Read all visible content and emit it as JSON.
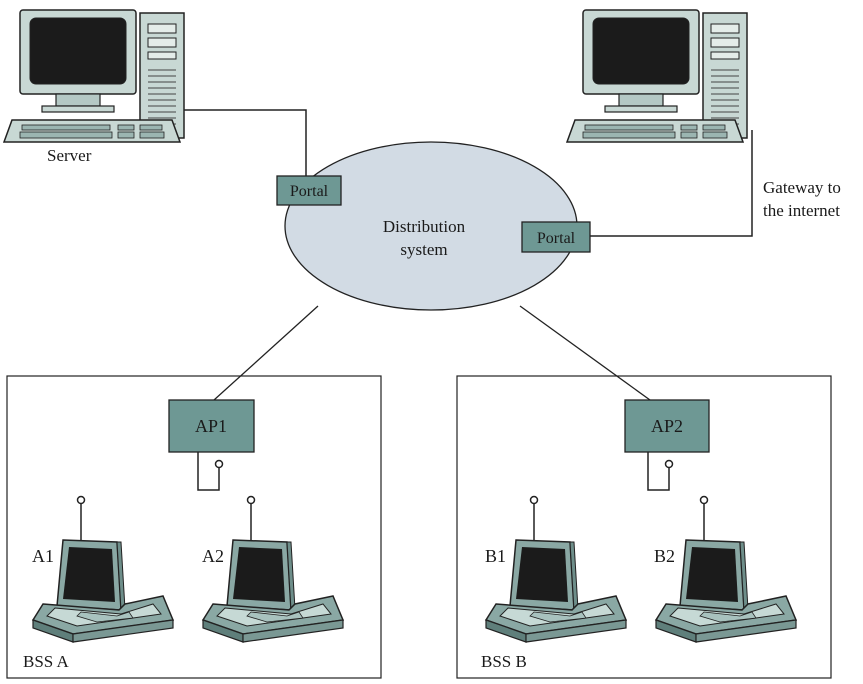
{
  "labels": {
    "server": "Server",
    "gateway_line1": "Gateway to",
    "gateway_line2": "the internet",
    "distribution_line1": "Distribution",
    "distribution_line2": "system",
    "portal_left": "Portal",
    "portal_right": "Portal",
    "ap1": "AP1",
    "ap2": "AP2",
    "a1": "A1",
    "a2": "A2",
    "b1": "B1",
    "b2": "B2",
    "bss_a": "BSS A",
    "bss_b": "BSS B"
  },
  "colors": {
    "box_fill": "#6e9894",
    "ellipse_fill": "#d2dbe4",
    "screen": "#1b1b1b",
    "tower": "#c8d8d4",
    "laptop_body": "#8aa8a4",
    "laptop_light": "#c6d9d5",
    "line": "#222222"
  },
  "icons": [
    "desktop-computer-icon",
    "laptop-icon",
    "antenna-icon"
  ]
}
